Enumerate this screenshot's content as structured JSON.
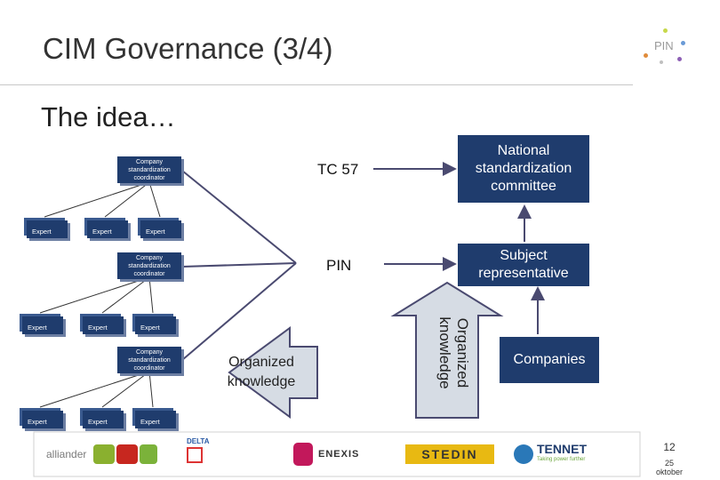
{
  "slide": {
    "title": "CIM Governance (3/4)",
    "subtitle": "The idea…",
    "pin_logo_text": "PIN",
    "page_number": "12",
    "date_day": "25",
    "date_month": "oktober"
  },
  "diagram": {
    "coordinator_label": "Company standardization coordinator",
    "expert_label": "Expert",
    "tc57_label": "TC 57",
    "pin_label": "PIN",
    "national_committee": "National standardization committee",
    "subject_rep": "Subject representative",
    "companies": "Companies",
    "organized_knowledge_left": "Organized knowledge",
    "organized_knowledge_rot_1": "Organized",
    "organized_knowledge_rot_2": "knowledge"
  },
  "logos": {
    "alliander": "alliander",
    "delta": "DELTA",
    "enexis": "ENEXIS",
    "stedin": "STEDIN",
    "tennet": "TENNET",
    "tennet_tagline": "Taking power further"
  },
  "colors": {
    "navy": "#1f3c6d",
    "arrow_fill": "#d6dce4",
    "line": "#4a4a70"
  }
}
